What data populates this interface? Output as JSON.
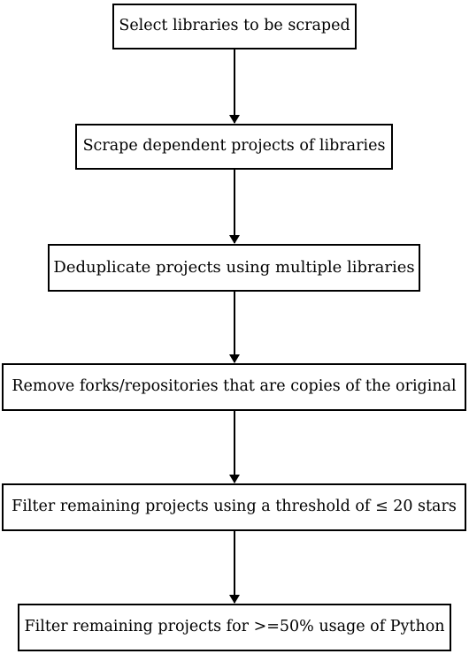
{
  "flowchart": {
    "steps": [
      {
        "label": "Select libraries to be scraped"
      },
      {
        "label": "Scrape dependent projects of libraries"
      },
      {
        "label": "Deduplicate projects using multiple libraries"
      },
      {
        "label": "Remove forks/repositories that are copies of the original"
      },
      {
        "label": "Filter remaining projects using a threshold of ≤ 20 stars"
      },
      {
        "label": "Filter remaining projects for >=50% usage of Python"
      }
    ]
  }
}
